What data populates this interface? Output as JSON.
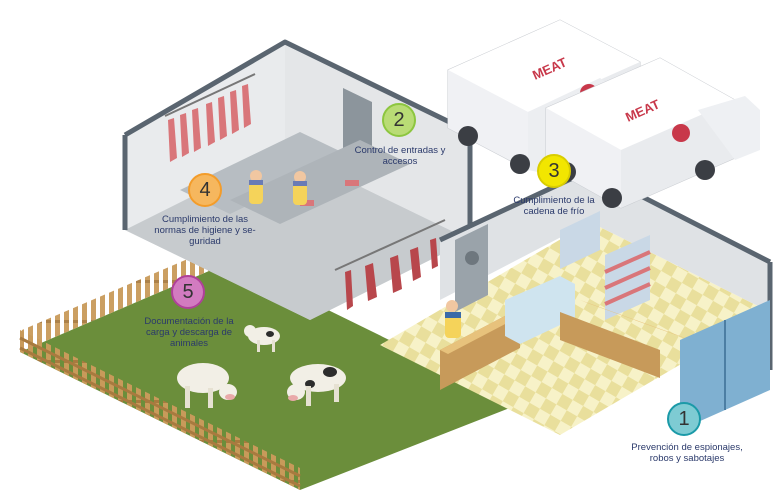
{
  "trucks": [
    {
      "label": "MEAT"
    },
    {
      "label": "MEAT"
    }
  ],
  "steps": [
    {
      "number": "1",
      "color": "#1b9aa8",
      "lines": [
        "Prevención de espionajes,",
        "robos y sabotajes"
      ]
    },
    {
      "number": "2",
      "color": "#8dc63f",
      "lines": [
        "Control de entradas y",
        "accesos"
      ]
    },
    {
      "number": "3",
      "color": "#f2e600",
      "lines": [
        "Cumplimiento de la",
        "cadena de frío"
      ]
    },
    {
      "number": "4",
      "color": "#f39c2a",
      "lines": [
        "Cumplimiento de las",
        "normas de higiene y se-",
        "guridad"
      ]
    },
    {
      "number": "5",
      "color": "#b0409a",
      "lines": [
        "Documentación de la",
        "carga y descarga de",
        "animales"
      ]
    }
  ],
  "colors": {
    "grass": "#6a8f3a",
    "fence": "#c89a5a",
    "wall": "#d7dadd",
    "floor_light": "#f5f0c4",
    "floor_dark": "#e8e0a0",
    "meat": "#d9767a",
    "truck": "#f4f5f7",
    "truck_stripe": "#c8384a"
  }
}
